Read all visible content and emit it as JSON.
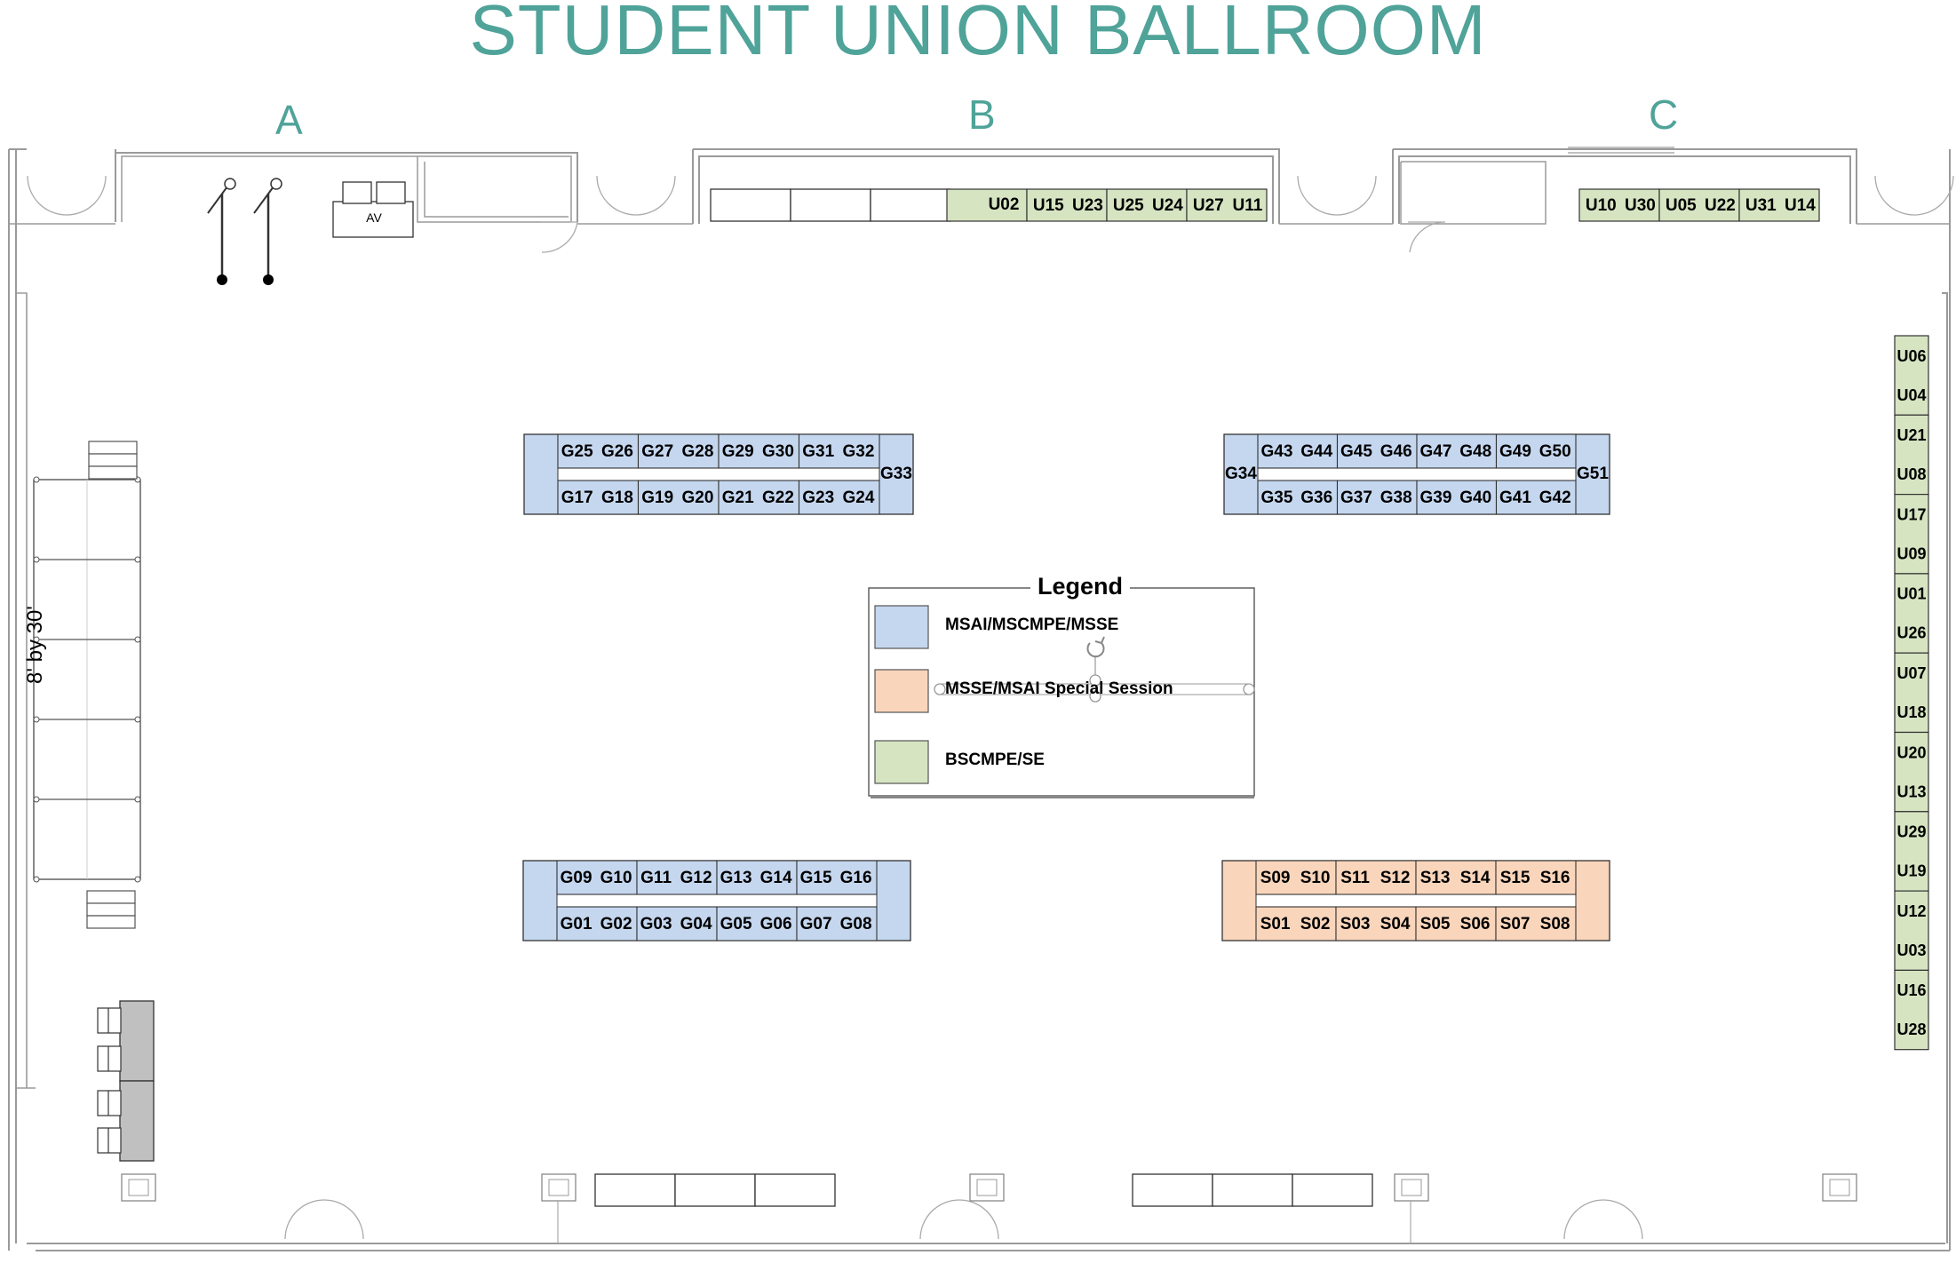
{
  "title": "STUDENT UNION BALLROOM",
  "sections": {
    "a": "A",
    "b": "B",
    "c": "C"
  },
  "av_label": "AV",
  "dimension_label": "8' by 30'",
  "legend": {
    "title": "Legend",
    "items": [
      {
        "label": "MSAI/MSCMPE/MSSE",
        "color": "#c5d7ef"
      },
      {
        "label": "MSSE/MSAI Special Session",
        "color": "#f9d5bb"
      },
      {
        "label": "BSCMPE/SE",
        "color": "#d6e4c2"
      }
    ]
  },
  "booths": {
    "top_b": [
      "U02",
      "U15",
      "U23",
      "U25",
      "U24",
      "U27",
      "U11"
    ],
    "top_c": [
      "U10",
      "U30",
      "U05",
      "U22",
      "U31",
      "U14"
    ],
    "right_column": [
      "U06",
      "U04",
      "U21",
      "U08",
      "U17",
      "U09",
      "U01",
      "U26",
      "U07",
      "U18",
      "U20",
      "U13",
      "U29",
      "U19",
      "U12",
      "U03",
      "U16",
      "U28"
    ],
    "block1_top": [
      "G25",
      "G26",
      "G27",
      "G28",
      "G29",
      "G30",
      "G31",
      "G32"
    ],
    "block1_bottom": [
      "G17",
      "G18",
      "G19",
      "G20",
      "G21",
      "G22",
      "G23",
      "G24"
    ],
    "block1_end": "G33",
    "block2_top": [
      "G43",
      "G44",
      "G45",
      "G46",
      "G47",
      "G48",
      "G49",
      "G50"
    ],
    "block2_bottom": [
      "G35",
      "G36",
      "G37",
      "G38",
      "G39",
      "G40",
      "G41",
      "G42"
    ],
    "block2_left": "G34",
    "block2_right": "G51",
    "block3_top": [
      "G09",
      "G10",
      "G11",
      "G12",
      "G13",
      "G14",
      "G15",
      "G16"
    ],
    "block3_bottom": [
      "G01",
      "G02",
      "G03",
      "G04",
      "G05",
      "G06",
      "G07",
      "G08"
    ],
    "block4_top": [
      "S09",
      "S10",
      "S11",
      "S12",
      "S13",
      "S14",
      "S15",
      "S16"
    ],
    "block4_bottom": [
      "S01",
      "S02",
      "S03",
      "S04",
      "S05",
      "S06",
      "S07",
      "S08"
    ]
  }
}
